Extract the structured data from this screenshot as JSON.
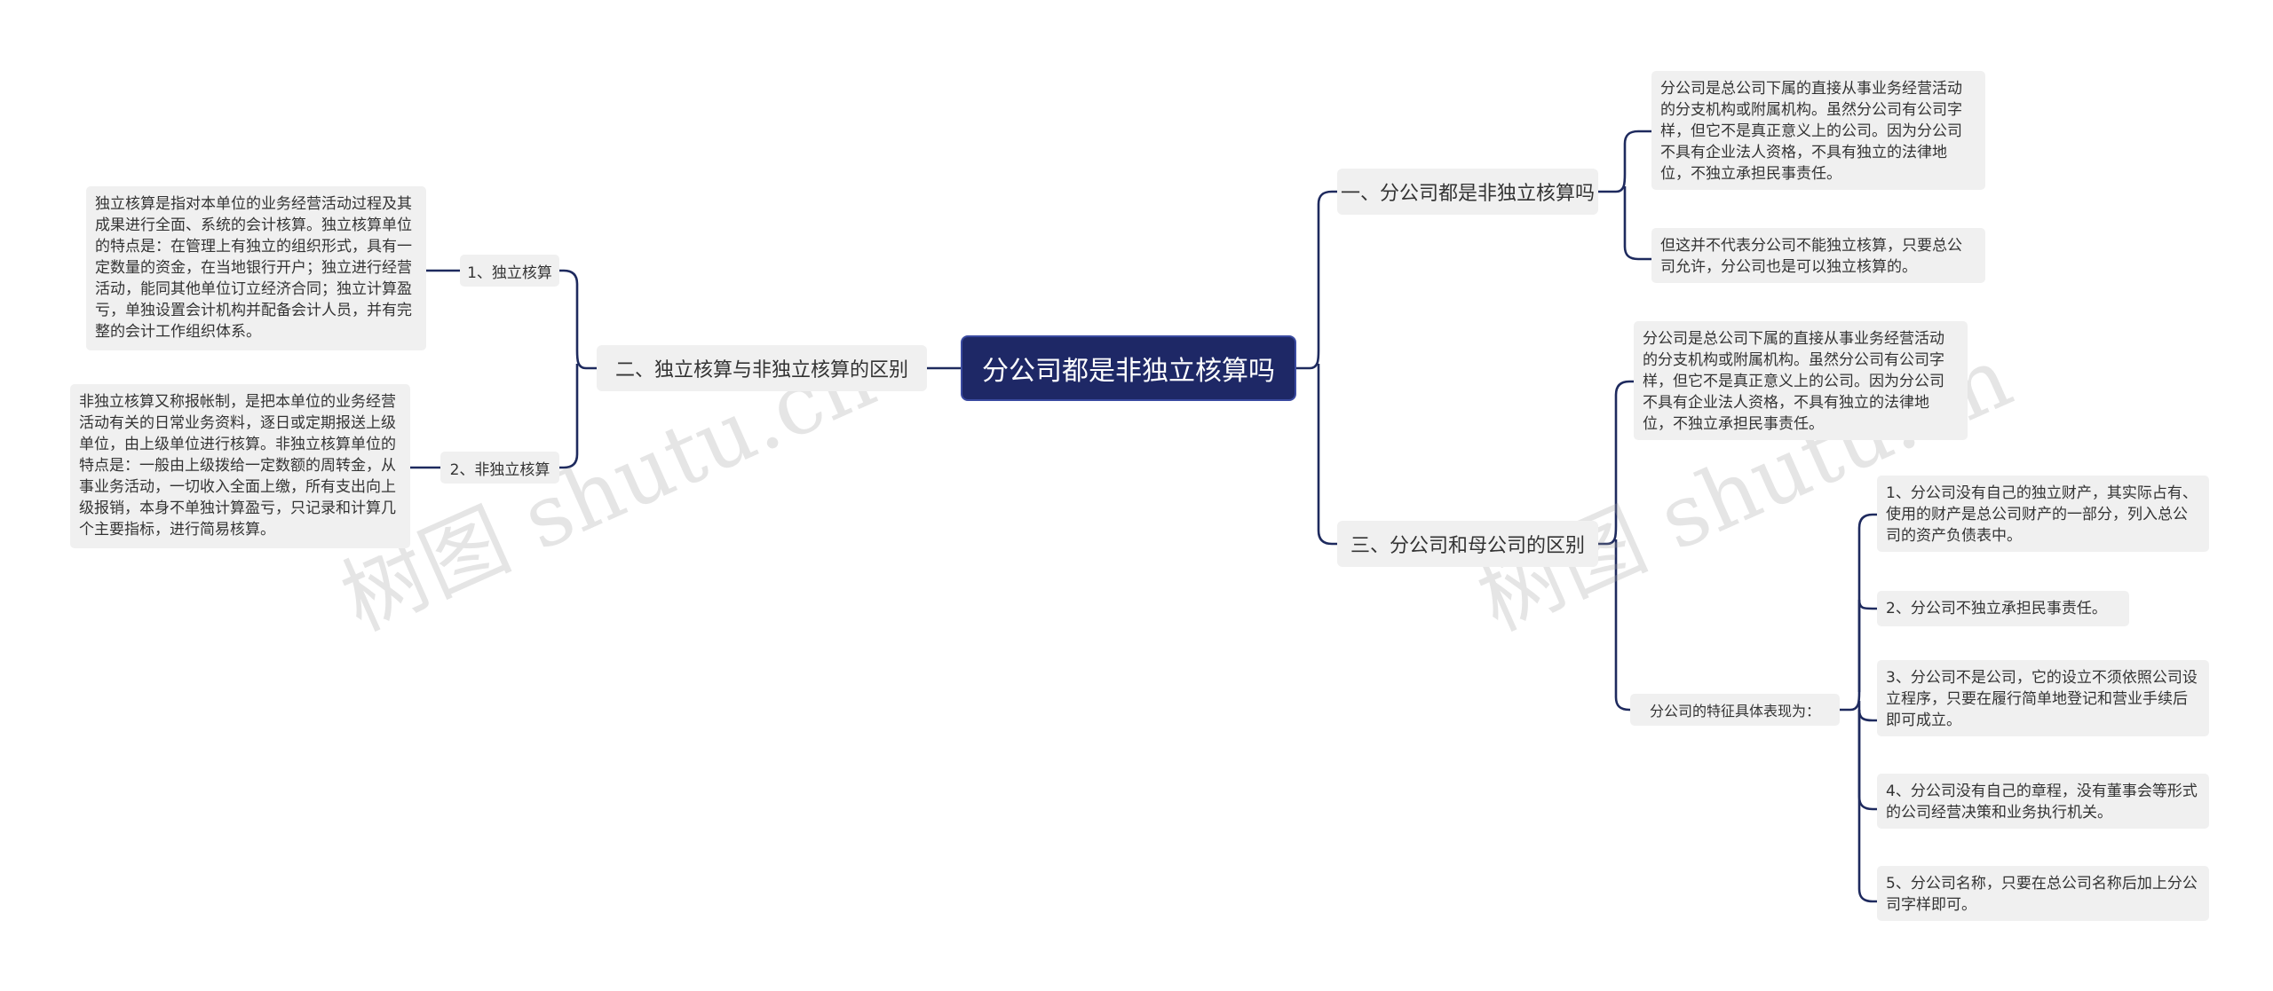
{
  "root": {
    "label": "分公司都是非独立核算吗"
  },
  "left": {
    "branch": "二、独立核算与非独立核算的区别",
    "sub1": {
      "label": "1、独立核算",
      "text": "独立核算是指对本单位的业务经营活动过程及其成果进行全面、系统的会计核算。独立核算单位的特点是：在管理上有独立的组织形式，具有一定数量的资金，在当地银行开户；独立进行经营活动，能同其他单位订立经济合同；独立计算盈亏，单独设置会计机构并配备会计人员，并有完整的会计工作组织体系。"
    },
    "sub2": {
      "label": "2、非独立核算",
      "text": "非独立核算又称报帐制，是把本单位的业务经营活动有关的日常业务资料，逐日或定期报送上级单位，由上级单位进行核算。非独立核算单位的特点是：一般由上级拨给一定数额的周转金，从事业务活动，一切收入全面上缴，所有支出向上级报销，本身不单独计算盈亏，只记录和计算几个主要指标，进行简易核算。"
    }
  },
  "right": {
    "branch1": {
      "label": "一、分公司都是非独立核算吗",
      "leaf1": "分公司是总公司下属的直接从事业务经营活动的分支机构或附属机构。虽然分公司有公司字样，但它不是真正意义上的公司。因为分公司不具有企业法人资格，不具有独立的法律地位，不独立承担民事责任。",
      "leaf2": "但这并不代表分公司不能独立核算，只要总公司允许，分公司也是可以独立核算的。"
    },
    "branch3": {
      "label": "三、分公司和母公司的区别",
      "leaf1": "分公司是总公司下属的直接从事业务经营活动的分支机构或附属机构。虽然分公司有公司字样，但它不是真正意义上的公司。因为分公司不具有企业法人资格，不具有独立的法律地位，不独立承担民事责任。",
      "features": {
        "label": "分公司的特征具体表现为：",
        "items": [
          "1、分公司没有自己的独立财产，其实际占有、使用的财产是总公司财产的一部分，列入总公司的资产负债表中。",
          "2、分公司不独立承担民事责任。",
          "3、分公司不是公司，它的设立不须依照公司设立程序，只要在履行简单地登记和营业手续后即可成立。",
          "4、分公司没有自己的章程，没有董事会等形式的公司经营决策和业务执行机关。",
          "5、分公司名称，只要在总公司名称后加上分公司字样即可。"
        ]
      }
    }
  },
  "watermarks": [
    "树图 shutu.cn",
    "树图 shutu.cn"
  ],
  "colors": {
    "root_bg": "#1e2866",
    "line": "#1e2a5e",
    "node_bg": "#f0f0f0"
  }
}
